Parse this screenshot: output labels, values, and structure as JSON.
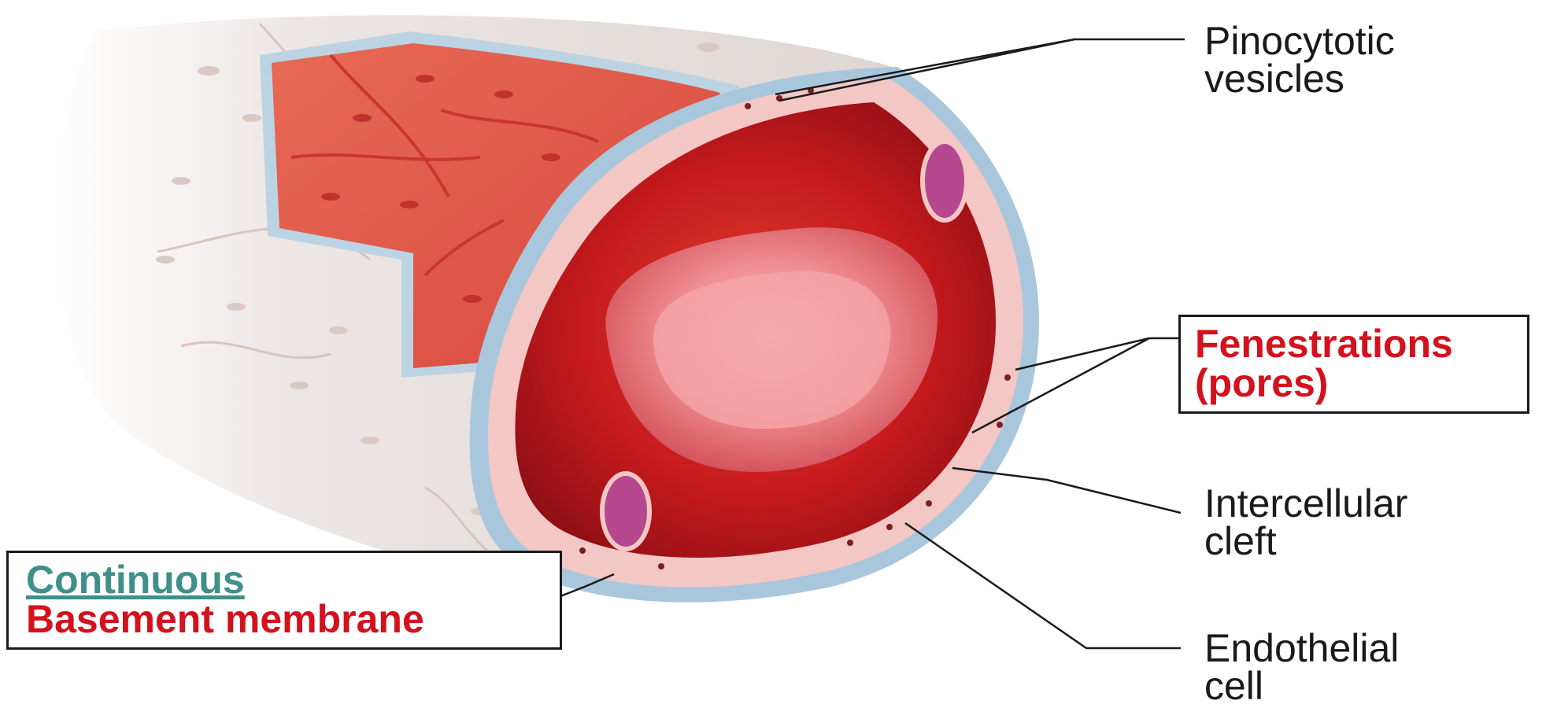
{
  "labels": {
    "pinocytotic": {
      "line1": "Pinocytotic",
      "line2": "vesicles"
    },
    "fenestrations": {
      "line1": "Fenestrations",
      "line2": "(pores)"
    },
    "intercellular": {
      "line1": "Intercellular",
      "line2": "cleft"
    },
    "endothelial": {
      "line1": "Endothelial",
      "line2": "cell"
    },
    "basement": {
      "line1": "Continuous",
      "line2": "Basement membrane"
    }
  },
  "colors": {
    "vessel_wall": "#e8e1df",
    "basement_membrane": "#a9c7dc",
    "lumen": "#b9141d",
    "red_cell": "#f39aa0",
    "endothelial_cell": "#f3c7c4",
    "nucleus": "#b5488f",
    "accent_red": "#d2121c",
    "accent_teal": "#3f8f8a"
  }
}
